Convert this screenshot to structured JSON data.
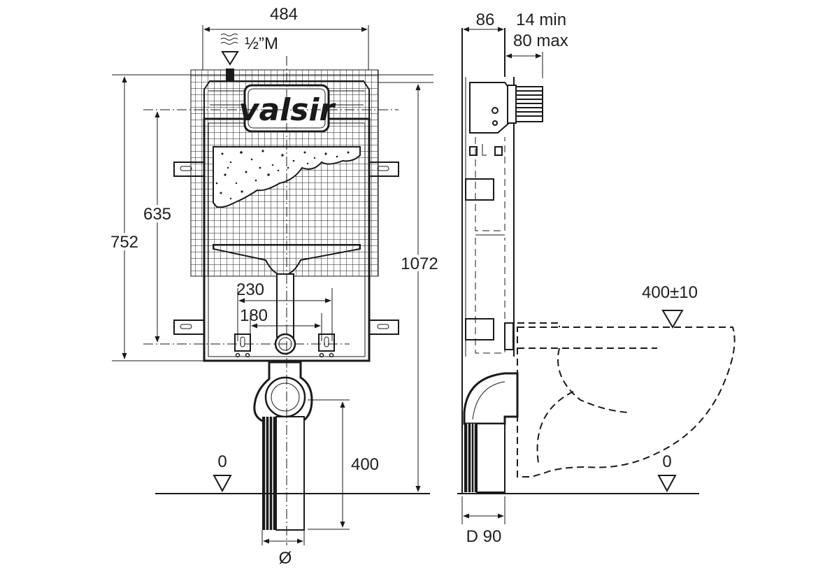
{
  "front_view": {
    "width_label": "484",
    "inlet_label": "½”M",
    "brand": "valsir",
    "height_635": "635",
    "height_752": "752",
    "height_1072": "1072",
    "spacing_230": "230",
    "spacing_180": "180",
    "drain_height": "400",
    "floor_level": "0",
    "diameter_symbol": "Ø"
  },
  "side_view": {
    "depth_label": "86",
    "wall_min": "14 min",
    "wall_max": "80 max",
    "bowl_height": "400±10",
    "floor_level": "0",
    "drain_diameter": "D 90"
  },
  "colors": {
    "line": "#1a1a1a",
    "text": "#1f1f1f",
    "background": "#ffffff"
  }
}
